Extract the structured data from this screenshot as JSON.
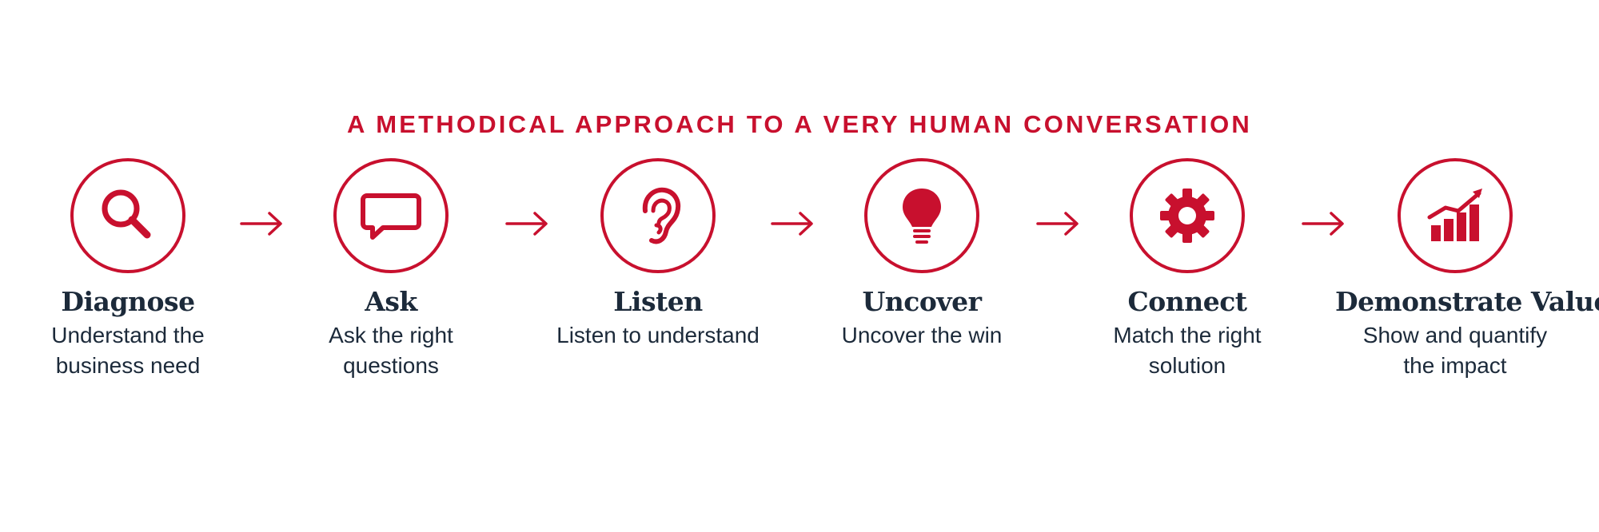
{
  "headline": "A METHODICAL APPROACH TO A VERY HUMAN CONVERSATION",
  "colors": {
    "accent": "#c8102e",
    "text": "#1c2a3a"
  },
  "steps": [
    {
      "icon": "magnifier-icon",
      "title": "Diagnose",
      "description": "Understand the business need"
    },
    {
      "icon": "speech-bubble-icon",
      "title": "Ask",
      "description": "Ask the right questions"
    },
    {
      "icon": "ear-icon",
      "title": "Listen",
      "description": "Listen to understand"
    },
    {
      "icon": "lightbulb-icon",
      "title": "Uncover",
      "description": "Uncover the win"
    },
    {
      "icon": "gear-icon",
      "title": "Connect",
      "description": "Match the right solution"
    },
    {
      "icon": "growth-chart-icon",
      "title": "Demonstrate Value",
      "description": "Show and quantify the impact"
    }
  ]
}
